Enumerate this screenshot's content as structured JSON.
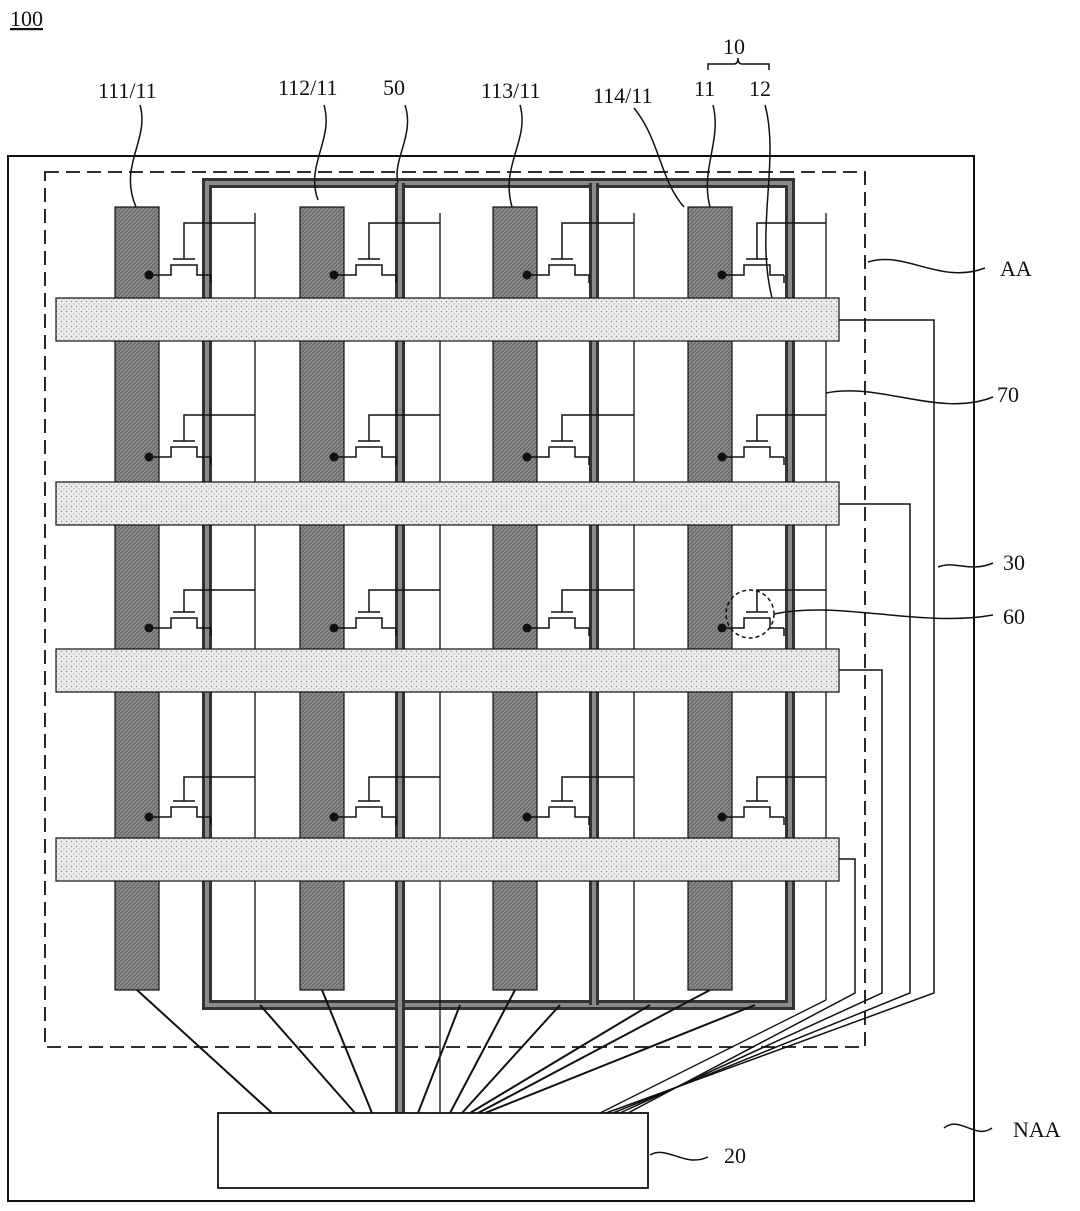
{
  "figure_label": "100",
  "labels": {
    "group_10": "10",
    "elec_111": "111/11",
    "elec_112": "112/11",
    "elec_113": "113/11",
    "elec_114": "114/11",
    "elec_11": "11",
    "elec_12": "12",
    "shield_50": "50",
    "area_aa": "AA",
    "line_70": "70",
    "line_30": "30",
    "switch_60": "60",
    "area_naa": "NAA",
    "chip_20": "20"
  },
  "colors": {
    "electrode_fill": "#707070",
    "grid_line": "#333333",
    "strip_fill": "#ebebeb",
    "stroke": "#111111"
  }
}
